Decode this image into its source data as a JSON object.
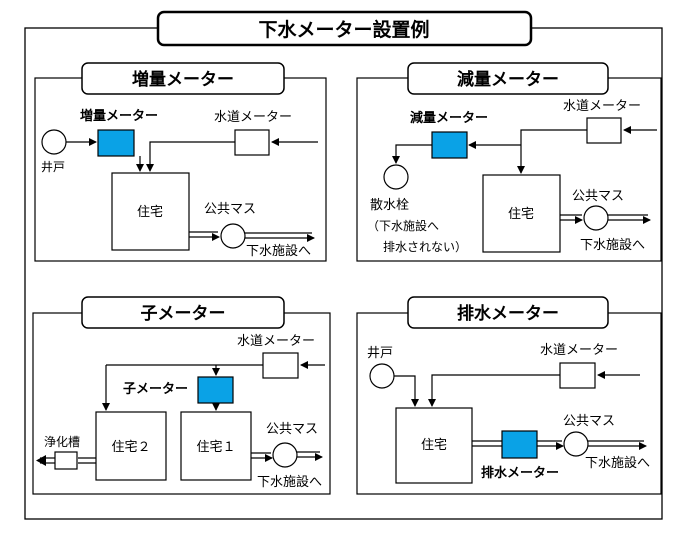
{
  "title": "下水メーター設置例",
  "colors": {
    "meter": "#0aa2e6",
    "line": "#000000",
    "background": "#ffffff"
  },
  "panels": {
    "zoryo": {
      "header": "増量メーター",
      "meter_label": "増量メーター",
      "water_meter_label": "水道メーター",
      "well_label": "井戸",
      "house_label": "住宅",
      "public_basin_label": "公共マス",
      "sewer_label": "下水施設へ"
    },
    "genryo": {
      "header": "減量メーター",
      "meter_label": "減量メーター",
      "water_meter_label": "水道メーター",
      "hydrant_label": "散水栓",
      "note_line1": "（下水施設へ",
      "note_line2": "排水されない）",
      "house_label": "住宅",
      "public_basin_label": "公共マス",
      "sewer_label": "下水施設へ"
    },
    "ko": {
      "header": "子メーター",
      "meter_label": "子メーター",
      "water_meter_label": "水道メーター",
      "septic_label": "浄化槽",
      "house2_label": "住宅２",
      "house1_label": "住宅１",
      "public_basin_label": "公共マス",
      "sewer_label": "下水施設へ"
    },
    "haisui": {
      "header": "排水メーター",
      "meter_label": "排水メーター",
      "water_meter_label": "水道メーター",
      "well_label": "井戸",
      "house_label": "住宅",
      "public_basin_label": "公共マス",
      "sewer_label": "下水施設へ"
    }
  }
}
